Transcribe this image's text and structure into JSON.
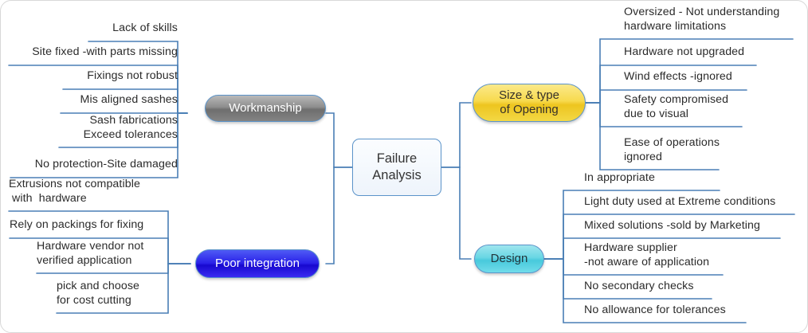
{
  "diagram": {
    "title": "Failure Analysis Mind Map",
    "center": {
      "label": "Failure\nAnalysis"
    },
    "colors": {
      "wire": "#4a7fb5",
      "center_border": "#5b93c9",
      "workmanship": "#8d8d8d",
      "poor_integration": "#2a22e8",
      "size_type": "#f2d23f",
      "design": "#5fd2e2",
      "text": "#2b2b2b",
      "page_border": "#d8d8d8"
    },
    "branches": [
      {
        "id": "workmanship",
        "label": "Workmanship",
        "side": "left",
        "leaves": [
          {
            "text": "Lack of skills"
          },
          {
            "text": "Site fixed -with parts missing"
          },
          {
            "text": "Fixings not robust"
          },
          {
            "text": "Mis aligned sashes"
          },
          {
            "text": "Sash fabrications\nExceed tolerances"
          },
          {
            "text": "No protection-Site damaged"
          }
        ]
      },
      {
        "id": "poor-integration",
        "label": "Poor integration",
        "side": "left",
        "leaves": [
          {
            "text": "Extrusions not compatible\n with  hardware"
          },
          {
            "text": "Rely on packings for fixing"
          },
          {
            "text": "Hardware vendor not\nverified application"
          },
          {
            "text": "pick and choose\nfor cost cutting"
          }
        ]
      },
      {
        "id": "size-type-of-opening",
        "label": "Size & type\nof Opening",
        "side": "right",
        "leaves": [
          {
            "text": "Oversized - Not understanding\nhardware limitations"
          },
          {
            "text": "Hardware not upgraded"
          },
          {
            "text": "Wind effects -ignored"
          },
          {
            "text": "Safety compromised\ndue to visual"
          },
          {
            "text": "Ease of operations\nignored"
          }
        ]
      },
      {
        "id": "design",
        "label": "Design",
        "side": "right",
        "leaves": [
          {
            "text": "In appropriate"
          },
          {
            "text": "Light duty used at Extreme conditions"
          },
          {
            "text": "Mixed solutions -sold by Marketing"
          },
          {
            "text": "Hardware supplier\n-not aware of application"
          },
          {
            "text": "No secondary checks"
          },
          {
            "text": "No allowance for tolerances"
          }
        ]
      }
    ]
  }
}
